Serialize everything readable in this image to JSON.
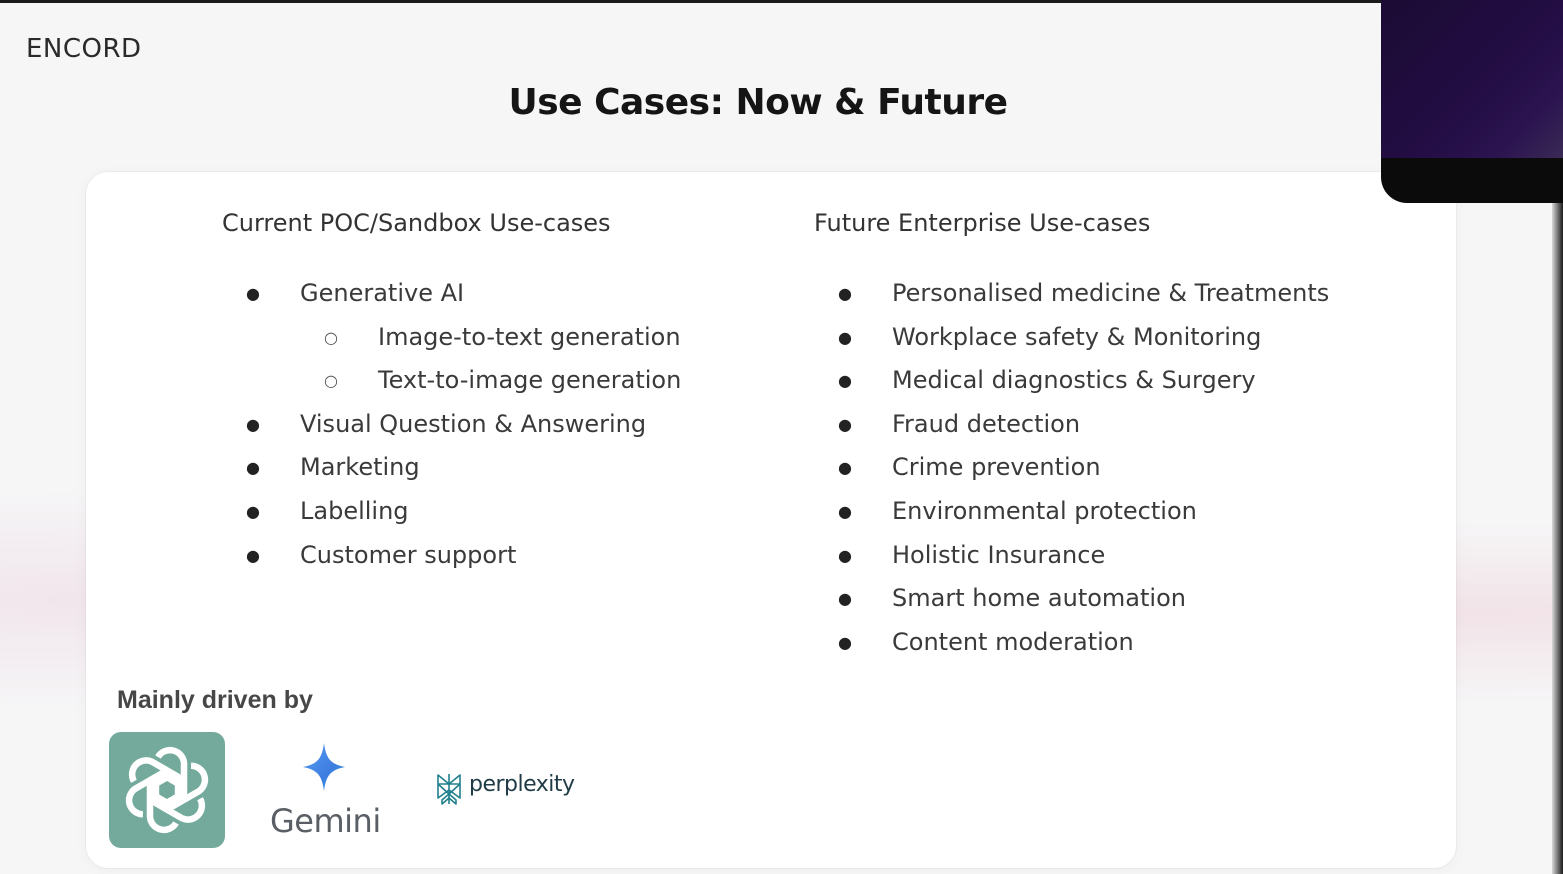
{
  "brand": {
    "logo_text": "ENCORD"
  },
  "slide": {
    "title": "Use Cases: Now & Future"
  },
  "current": {
    "heading": "Current POC/Sandbox Use-cases",
    "items": [
      {
        "label": "Generative AI",
        "level": 1
      },
      {
        "label": "Image-to-text generation",
        "level": 2
      },
      {
        "label": "Text-to-image generation",
        "level": 2
      },
      {
        "label": "Visual Question & Answering",
        "level": 1
      },
      {
        "label": "Marketing",
        "level": 1
      },
      {
        "label": "Labelling",
        "level": 1
      },
      {
        "label": "Customer support",
        "level": 1
      }
    ]
  },
  "future": {
    "heading": "Future Enterprise Use-cases",
    "items": [
      "Personalised medicine & Treatments",
      "Workplace safety & Monitoring",
      "Medical diagnostics & Surgery",
      "Fraud detection",
      "Crime prevention",
      "Environmental protection",
      "Holistic Insurance",
      "Smart home automation",
      "Content moderation"
    ]
  },
  "drivers": {
    "label": "Mainly driven by",
    "gemini_text": "Gemini",
    "perplexity_text": "perplexity"
  },
  "colors": {
    "openai_green": "#74aa9c",
    "gemini_blue": "#4b90e8",
    "perplexity_teal": "#1f3b45"
  }
}
